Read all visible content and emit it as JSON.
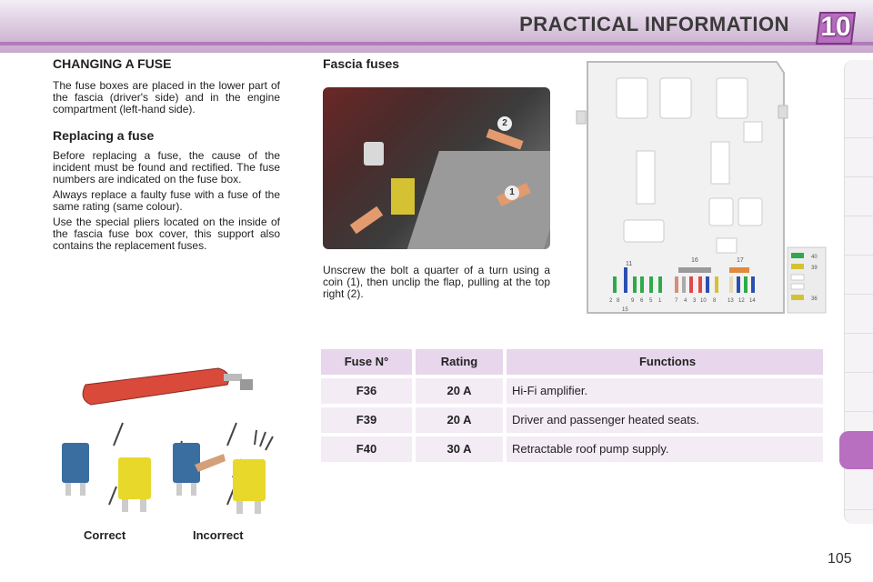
{
  "header": {
    "title": "PRACTICAL INFORMATION",
    "chapter_number": "10",
    "accent_color": "#b86fc0"
  },
  "left": {
    "heading": "CHANGING A FUSE",
    "intro": "The fuse boxes are placed in the lower part of the fascia (driver's side) and in the engine compartment (left-hand side).",
    "subheading": "Replacing a fuse",
    "paragraphs": [
      "Before replacing a fuse, the cause of the incident must be found and rectified. The fuse numbers are indicated on the fuse box.",
      "Always replace a faulty fuse with a fuse of the same rating (same colour).",
      "Use the special pliers located on the inside of the fascia fuse box cover, this support also contains the replacement fuses."
    ],
    "label_correct": "Correct",
    "label_incorrect": "Incorrect"
  },
  "fascia": {
    "heading": "Fascia fuses",
    "callout_1": "1",
    "callout_2": "2",
    "instruction": "Unscrew the bolt a quarter of a turn using a coin (1), then unclip the flap, pulling at the top right (2)."
  },
  "fusebox_diagram": {
    "numbers_top": [
      "11",
      "16",
      "17"
    ],
    "numbers_bottom": [
      "2",
      "8",
      "9",
      "6",
      "5",
      "1",
      "7",
      "4",
      "3",
      "10",
      "8",
      "13",
      "12",
      "14"
    ],
    "number_under": "15",
    "side_labels": [
      "40",
      "39",
      "36"
    ]
  },
  "table": {
    "headers": [
      "Fuse N°",
      "Rating",
      "Functions"
    ],
    "rows": [
      {
        "fuse": "F36",
        "rating": "20 A",
        "function": "Hi-Fi amplifier."
      },
      {
        "fuse": "F39",
        "rating": "20 A",
        "function": "Driver and passenger heated seats."
      },
      {
        "fuse": "F40",
        "rating": "30 A",
        "function": "Retractable roof pump supply."
      }
    ]
  },
  "page_number": "105"
}
